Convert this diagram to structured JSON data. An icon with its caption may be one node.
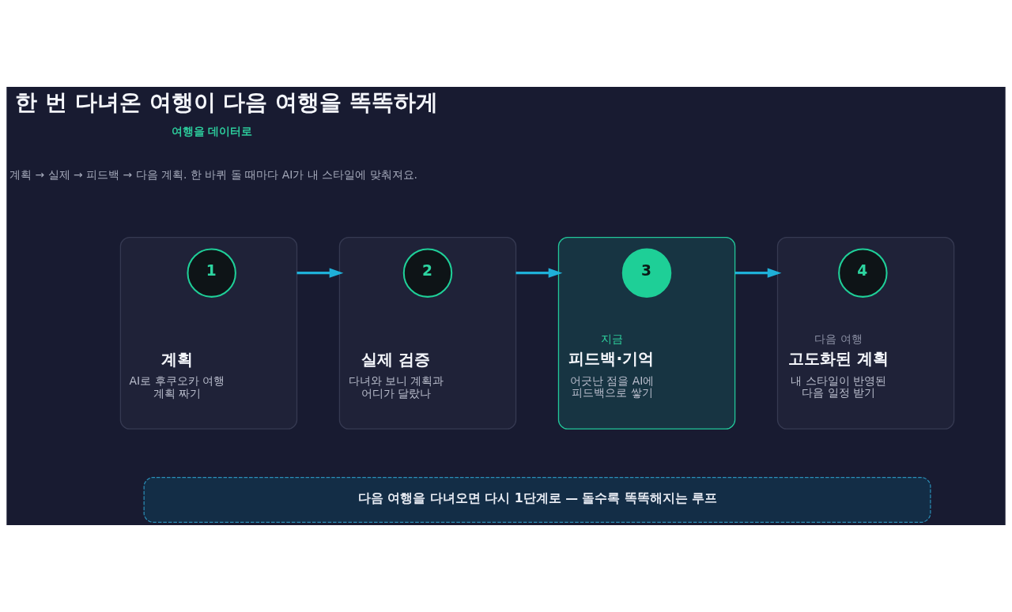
{
  "diagram": {
    "title": "한 번 다녀온 여행이 다음 여행을 똑똑하게",
    "nodes": [
      {
        "text": [
          "계획",
          "AI로 후쿠오카 여행 계획 짜기"
        ]
      },
      {
        "text": [
          "1"
        ],
        "in": 0
      },
      {
        "text": [
          "실제 검증",
          "다녀와 보니 계획과 어디가 달랐나"
        ]
      },
      {
        "text": [
          "2"
        ],
        "in": 2
      },
      {
        "text": [
          "지금",
          "피드백·기억",
          "어긋난 점을 AI에 피드백으로 쌓기"
        ]
      },
      {
        "text": [
          "3"
        ],
        "in": 4
      },
      {
        "text": [
          "다음 여행",
          "고도화된 계획",
          "내 스타일이 반영된 다음 일정 받기"
        ]
      },
      {
        "text": [
          "4"
        ],
        "in": 6
      },
      {
        "text": [
          "다음 여행을 다녀오면 다시 1단계로 — 돌수록 똑똑해지는 루프"
        ]
      }
    ],
    "edges": [
      {
        "from": 0,
        "to": 2,
        "arrow": "to"
      },
      {
        "from": 2,
        "to": 4,
        "arrow": "to"
      },
      {
        "from": 4,
        "to": 6,
        "arrow": "to"
      }
    ],
    "labels": [
      "여행을 데이터로",
      "계획 → 실제 → 피드백 → 다음 계획. 한 바퀴 돌 때마다 AI가 내 스타일에 맞춰져요."
    ]
  }
}
